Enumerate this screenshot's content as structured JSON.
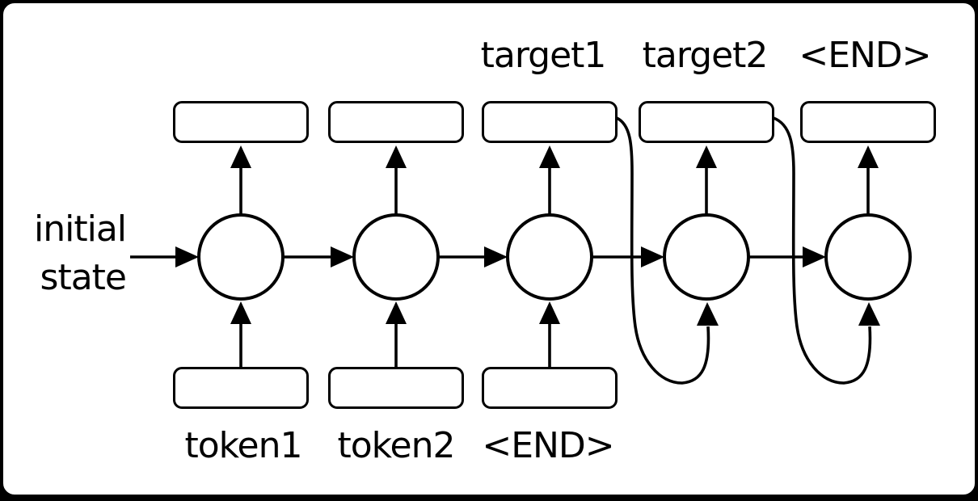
{
  "diagram": {
    "colors": {
      "stroke": "#000000",
      "fill": "#ffffff",
      "outside": "#000000"
    },
    "initial_state_label": {
      "line1": "initial",
      "line2": "state"
    },
    "top_labels": [
      {
        "label": "target1"
      },
      {
        "label": "target2"
      },
      {
        "label": "<END>"
      }
    ],
    "bottom_labels": [
      {
        "label": "token1"
      },
      {
        "label": "token2"
      },
      {
        "label": "<END>"
      }
    ]
  }
}
